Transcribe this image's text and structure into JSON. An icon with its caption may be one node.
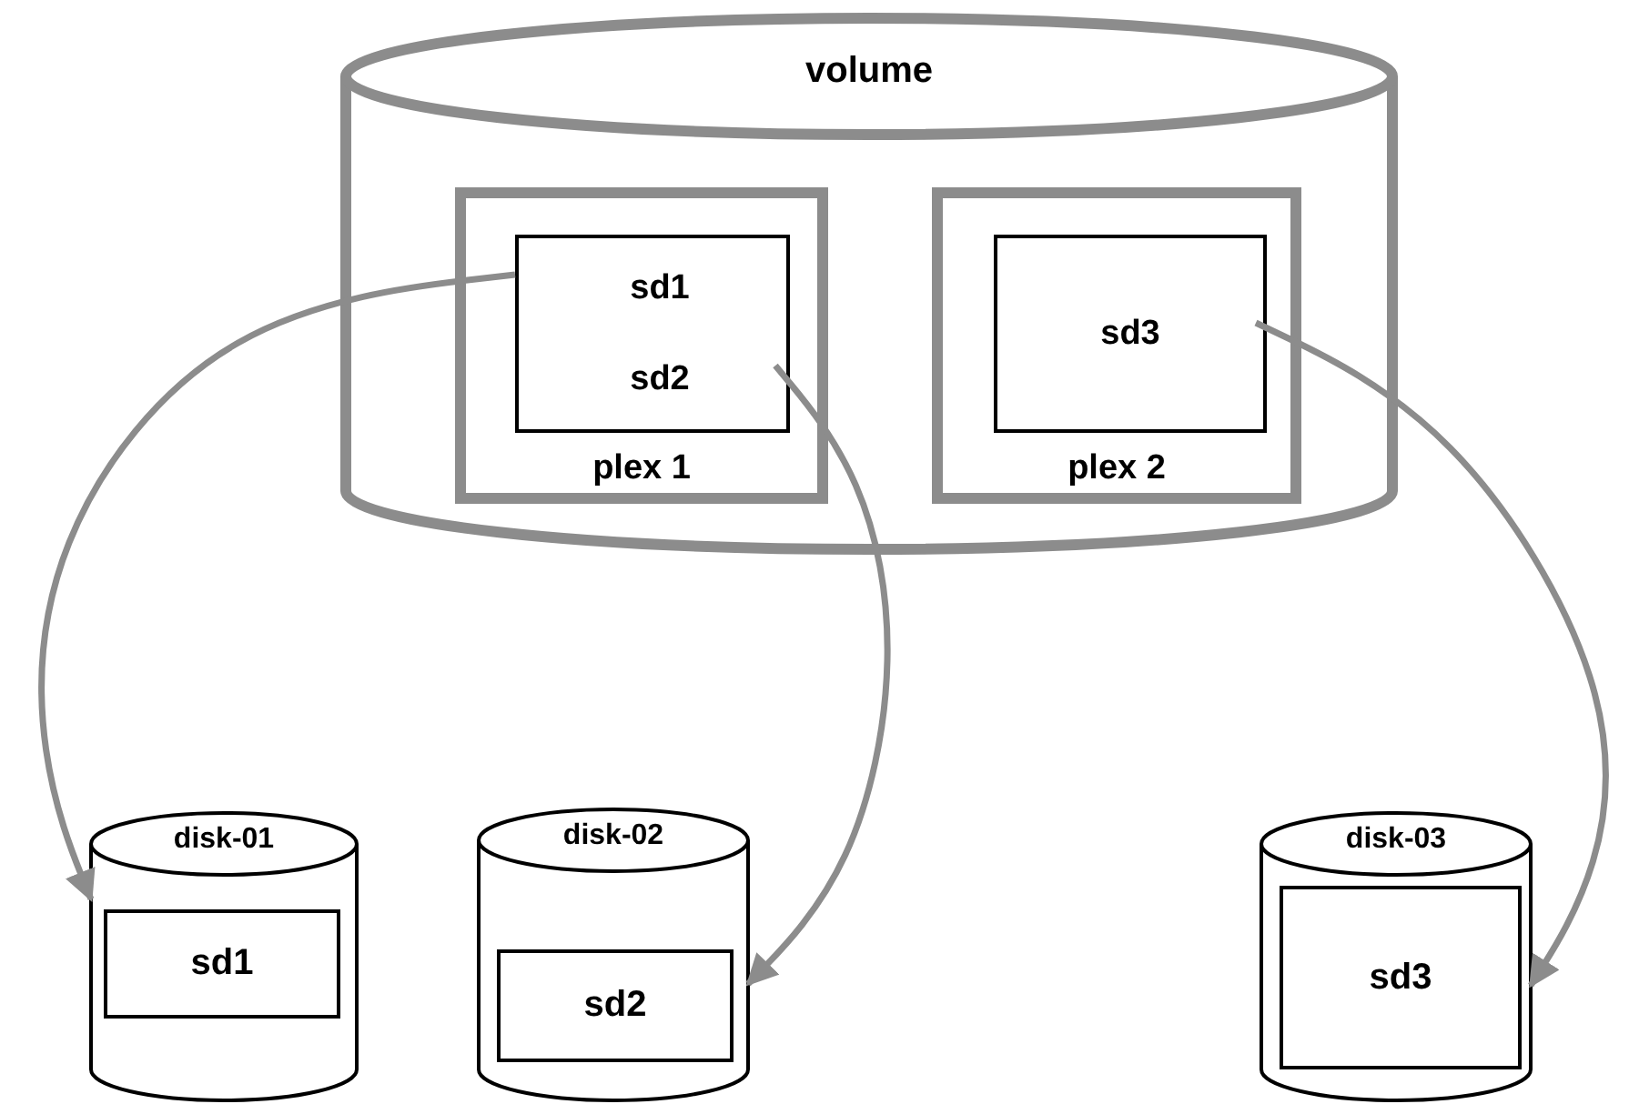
{
  "diagram": {
    "nodes": [
      {
        "text": [
          "volume"
        ]
      },
      {
        "text": [
          "plex 1"
        ],
        "in": 0
      },
      {
        "text": [],
        "shape": "box",
        "in": 1
      },
      {
        "text": [
          "sd1"
        ],
        "in": 2
      },
      {
        "text": [
          "sd2"
        ],
        "in": 2
      },
      {
        "text": [
          "plex 2"
        ],
        "in": 0
      },
      {
        "text": [
          "sd3"
        ],
        "in": 5
      },
      {
        "text": [
          "disk-01"
        ]
      },
      {
        "text": [
          "sd1"
        ],
        "in": 7
      },
      {
        "text": [
          "disk-02"
        ]
      },
      {
        "text": [
          "sd2"
        ],
        "in": 9
      },
      {
        "text": [
          "disk-03"
        ]
      },
      {
        "text": [
          "sd3"
        ],
        "in": 11
      }
    ],
    "edges": [
      {
        "from": 3,
        "to": 7,
        "arrow": "to"
      },
      {
        "from": 4,
        "to": 9,
        "arrow": "to"
      },
      {
        "from": 6,
        "to": 11,
        "arrow": "to"
      }
    ]
  }
}
